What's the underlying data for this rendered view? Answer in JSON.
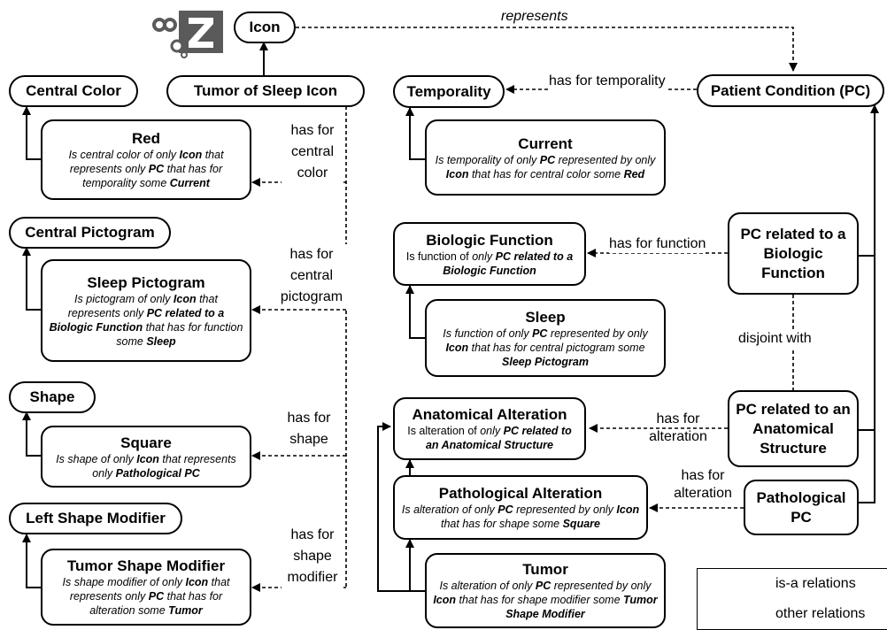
{
  "nodes": {
    "icon": "Icon",
    "patient_condition": "Patient Condition (PC)",
    "central_color": "Central Color",
    "tumor_of_sleep_icon": "Tumor of Sleep Icon",
    "temporality": "Temporality",
    "red": {
      "title": "Red",
      "desc_html": "Is central color of only <b>Icon</b> that represents only <b>PC</b> that has for temporality some <b>Current</b>"
    },
    "current": {
      "title": "Current",
      "desc_html": "Is temporality of only <b>PC</b> represented by only <b>Icon</b> that has for central color some <b>Red</b>"
    },
    "central_pictogram": "Central Pictogram",
    "sleep_pictogram": {
      "title": "Sleep Pictogram",
      "desc_html": "Is pictogram of only <b>Icon</b> that represents only <b>PC related to a Biologic Function</b> that has for function some <b>Sleep</b>"
    },
    "biologic_function": {
      "title": "Biologic Function",
      "desc_html": "Is function of <i>only</i> <b>PC related to a Biologic Function</b>"
    },
    "pc_biologic": "PC related to a Biologic Function",
    "sleep": {
      "title": "Sleep",
      "desc_html": "Is function of only <b>PC</b> represented by only <b>Icon</b> that has for central pictogram some <b>Sleep Pictogram</b>"
    },
    "shape": "Shape",
    "square": {
      "title": "Square",
      "desc_html": "Is shape of only <b>Icon</b> that represents only <b>Pathological PC</b>"
    },
    "anatomical_alteration": {
      "title": "Anatomical Alteration",
      "desc_html": "Is alteration of <i>only</i> <b>PC related to an Anatomical Structure</b>"
    },
    "pc_anatomical": "PC related to an Anatomical Structure",
    "pathological_alteration": {
      "title": "Pathological Alteration",
      "desc_html": "Is alteration of only <b>PC</b> represented by only <b>Icon</b> that has for shape some <b>Square</b>"
    },
    "pathological_pc": "Pathological PC",
    "left_shape_modifier": "Left Shape Modifier",
    "tumor_shape_modifier": {
      "title": "Tumor Shape Modifier",
      "desc_html": "Is shape modifier of only <b>Icon</b> that represents only <b>PC</b> that has for alteration some <b>Tumor</b>"
    },
    "tumor": {
      "title": "Tumor",
      "desc_html": "Is alteration of only <b>PC</b> represented by only <b>Icon</b> that has for shape modifier some <b>Tumor Shape Modifier</b>"
    }
  },
  "edge_labels": {
    "represents": "represents",
    "has_for_temporality": "has for temporality",
    "has_for_central_color": "has for central color",
    "has_for_central_pictogram": "has for central pictogram",
    "has_for_shape": "has for shape",
    "has_for_shape_modifier": "has for shape modifier",
    "has_for_function": "has for function",
    "disjoint_with": "disjoint with",
    "has_for_alteration_1": "has for alteration",
    "has_for_alteration_2": "has for alteration"
  },
  "legend": {
    "isa": "is-a relations",
    "other": "other relations"
  },
  "logo": {
    "letter": "Z",
    "color": "#5a5a5a"
  }
}
